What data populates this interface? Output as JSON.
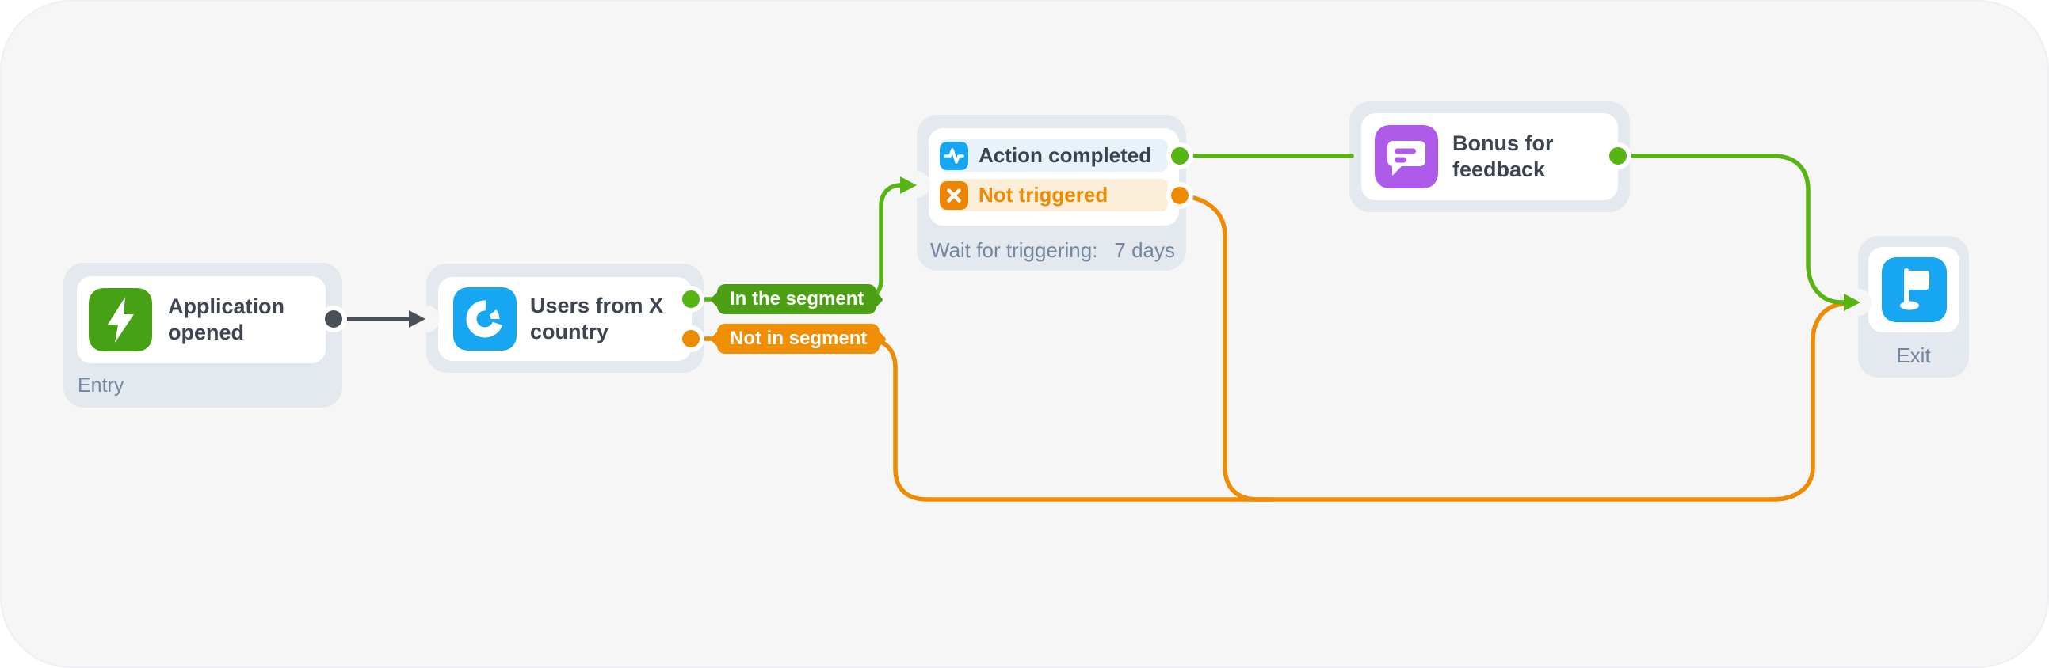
{
  "app": {
    "name": "automation-flow-builder-canvas"
  },
  "colors": {
    "canvas_bg": "#F6F6F6",
    "canvas_border": "#EDEFF4",
    "node_container": "#E4E8EF",
    "card_bg": "#FFFFFF",
    "title_text": "#3E4551",
    "secondary_text": "#74869F",
    "green_line": "#56B413",
    "green_badge": "#4C9F14",
    "green_icon": "#47A114",
    "orange_line": "#EF8A03",
    "orange_badge": "#F08E04",
    "orange_text": "#F08A00",
    "orange_row_bg": "#FBEFD9",
    "blue_icon": "#17A7F2",
    "blue_row_bg": "#E9F2FB",
    "purple_icon": "#AD5BE8",
    "dark_connector": "#4A5058"
  },
  "nodes": {
    "entry": {
      "title": "Application opened",
      "footer": "Entry",
      "icon": "lightning-icon"
    },
    "segment": {
      "title": "Users from X country",
      "icon": "pie-segments-icon",
      "outputs": [
        {
          "label": "In the segment",
          "color": "green"
        },
        {
          "label": "Not in segment",
          "color": "orange"
        }
      ]
    },
    "trigger": {
      "rows": [
        {
          "label": "Action completed",
          "icon": "pulse-icon"
        },
        {
          "label": "Not triggered",
          "icon": "x-icon"
        }
      ],
      "footer_label": "Wait for triggering:",
      "footer_value": "7 days"
    },
    "bonus": {
      "title": "Bonus for feedback",
      "icon": "chat-message-icon"
    },
    "exit": {
      "label": "Exit",
      "icon": "flag-icon"
    }
  },
  "connections": [
    {
      "from": "entry",
      "to": "segment",
      "color": "dark"
    },
    {
      "from": "segment",
      "branch": "In the segment",
      "to": "trigger",
      "color": "green"
    },
    {
      "from": "segment",
      "branch": "Not in segment",
      "to": "exit",
      "color": "orange"
    },
    {
      "from": "trigger",
      "branch": "Action completed",
      "to": "bonus",
      "color": "green"
    },
    {
      "from": "trigger",
      "branch": "Not triggered",
      "to": "exit",
      "color": "orange"
    },
    {
      "from": "bonus",
      "to": "exit",
      "color": "green"
    }
  ]
}
